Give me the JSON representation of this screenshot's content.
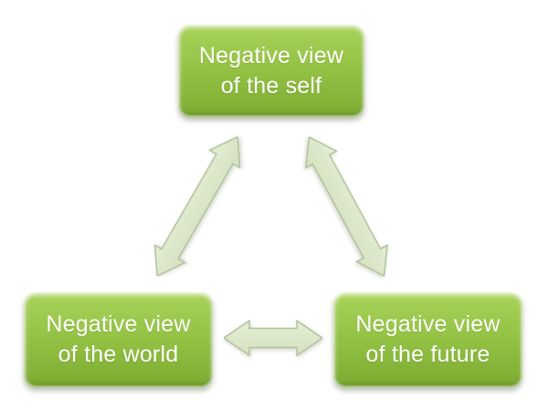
{
  "diagram": {
    "type": "cycle-diagram",
    "subject": "cognitive-triad",
    "nodes": [
      {
        "id": "self",
        "label": "Negative view of the self",
        "lines": [
          "Negative view",
          "of the self"
        ]
      },
      {
        "id": "world",
        "label": "Negative view of the world",
        "lines": [
          "Negative view",
          "of the world"
        ]
      },
      {
        "id": "future",
        "label": "Negative view of the future",
        "lines": [
          "Negative view",
          "of the future"
        ]
      }
    ],
    "connectors": [
      {
        "id": "self-world",
        "between": [
          "self",
          "world"
        ],
        "style": "double-headed-arrow"
      },
      {
        "id": "self-future",
        "between": [
          "self",
          "future"
        ],
        "style": "double-headed-arrow"
      },
      {
        "id": "world-future",
        "between": [
          "world",
          "future"
        ],
        "style": "double-headed-arrow"
      }
    ],
    "colors": {
      "background": "#ffffff",
      "node_fill_top": "#a9d35a",
      "node_fill_mid": "#93c244",
      "node_fill_bottom": "#7cab31",
      "node_rim_highlight": "#c8e187",
      "node_text": "#ffffff",
      "arrow_fill_light": "#e3edd4",
      "arrow_fill_dark": "#d4e2bf",
      "arrow_border": "#b3c29c"
    }
  }
}
